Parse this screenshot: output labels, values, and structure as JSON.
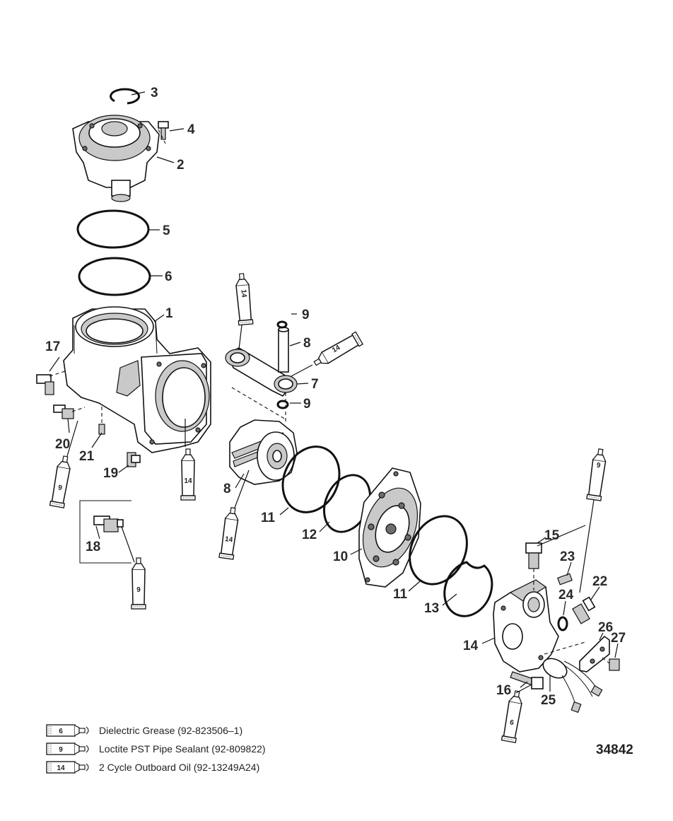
{
  "figure_number": "34842",
  "callouts": {
    "c1": "1",
    "c2": "2",
    "c3": "3",
    "c4": "4",
    "c5": "5",
    "c6": "6",
    "c7": "7",
    "c8a": "8",
    "c8b": "8",
    "c9a": "9",
    "c9b": "9",
    "c10": "10",
    "c11a": "11",
    "c11b": "11",
    "c12": "12",
    "c13": "13",
    "c14": "14",
    "c15": "15",
    "c16": "16",
    "c17": "17",
    "c18": "18",
    "c19": "19",
    "c20": "20",
    "c21": "21",
    "c22": "22",
    "c23": "23",
    "c24": "24",
    "c25": "25",
    "c26": "26",
    "c27": "27"
  },
  "tubes": {
    "t_rod": "14",
    "t_pin": "14",
    "t_body": "14",
    "t_piston": "14",
    "t_left9": "9",
    "t_box9": "9",
    "t_right9": "9",
    "t_cover6": "6"
  },
  "legend": [
    {
      "tube": "6",
      "text": "Dielectric Grease (92-823506–1)"
    },
    {
      "tube": "9",
      "text": "Loctite PST Pipe Sealant (92-809822)"
    },
    {
      "tube": "14",
      "text": "2 Cycle Outboard Oil (92-13249A24)"
    }
  ]
}
